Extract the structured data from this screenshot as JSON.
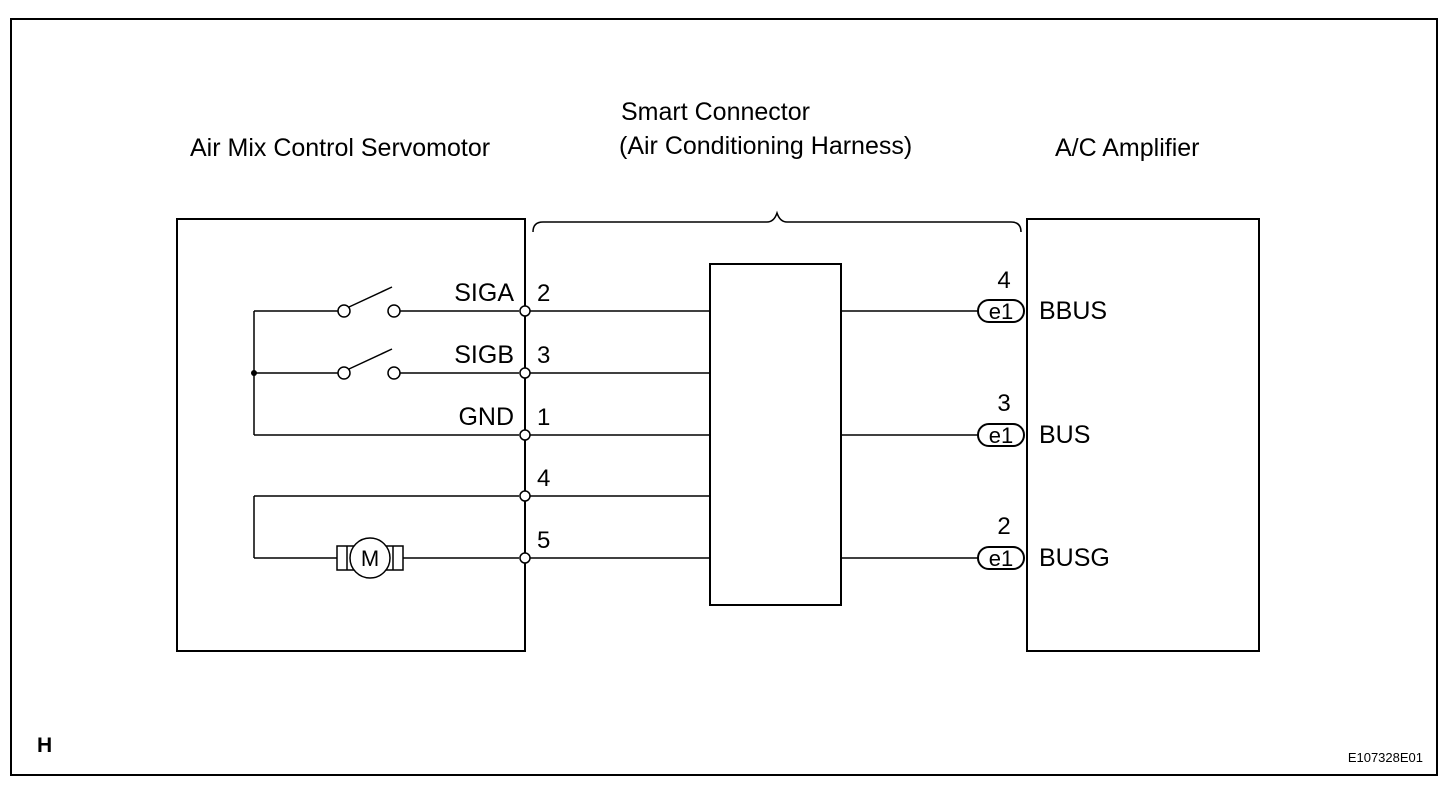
{
  "labels": {
    "servomotor": "Air Mix Control Servomotor",
    "smart_connector_line1": "Smart Connector",
    "smart_connector_line2": "(Air Conditioning Harness)",
    "amplifier": "A/C Amplifier"
  },
  "servo_pins": [
    {
      "name": "SIGA",
      "number": "2"
    },
    {
      "name": "SIGB",
      "number": "3"
    },
    {
      "name": "GND",
      "number": "1"
    },
    {
      "name": "",
      "number": "4"
    },
    {
      "name": "",
      "number": "5"
    }
  ],
  "amplifier_pins": [
    {
      "name": "BBUS",
      "number": "4",
      "connector": "e1"
    },
    {
      "name": "BUS",
      "number": "3",
      "connector": "e1"
    },
    {
      "name": "BUSG",
      "number": "2",
      "connector": "e1"
    }
  ],
  "motor_symbol": "M",
  "corner_letter": "H",
  "figure_id": "E107328E01"
}
